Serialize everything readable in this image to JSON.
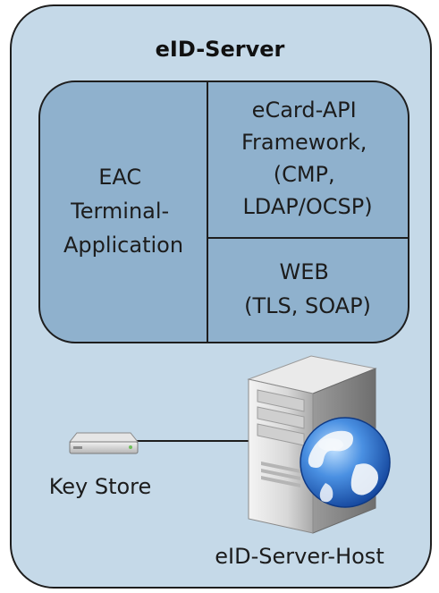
{
  "diagram": {
    "title": "eID-Server",
    "eac_lines": [
      "EAC",
      "Terminal-",
      "Application"
    ],
    "ecard_lines": [
      "eCard-API",
      "Framework,",
      "(CMP,",
      "LDAP/OCSP)"
    ],
    "web_lines": [
      "WEB",
      "(TLS, SOAP)"
    ],
    "key_store_label": "Key Store",
    "host_label": "eID-Server-Host"
  },
  "colors": {
    "outer_fill": "#c5d9e8",
    "inner_fill": "#8fb1cd",
    "stroke": "#1e1e1e",
    "globe": "#2a6fd1"
  }
}
